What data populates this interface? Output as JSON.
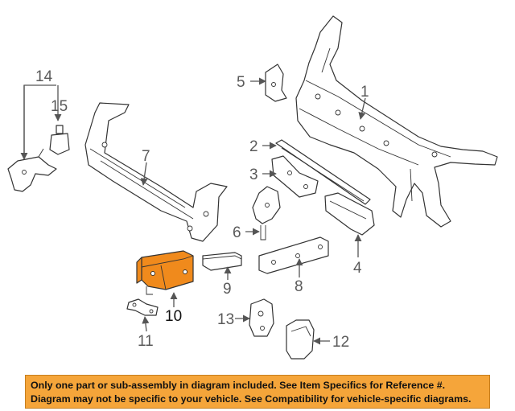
{
  "callouts": {
    "c1": "1",
    "c2": "2",
    "c3": "3",
    "c4": "4",
    "c5": "5",
    "c6": "6",
    "c7": "7",
    "c8": "8",
    "c9": "9",
    "c10": "10",
    "c11": "11",
    "c12": "12",
    "c13": "13",
    "c14": "14",
    "c15": "15"
  },
  "highlight_color": "#f08a1c",
  "banner": {
    "line1": "Only one part or sub-assembly in diagram included. See Item Specifics for Reference #.",
    "line2": "Diagram may not be specific to your vehicle. See Compatibility for vehicle-specific diagrams.",
    "background": "#f5a53a"
  }
}
